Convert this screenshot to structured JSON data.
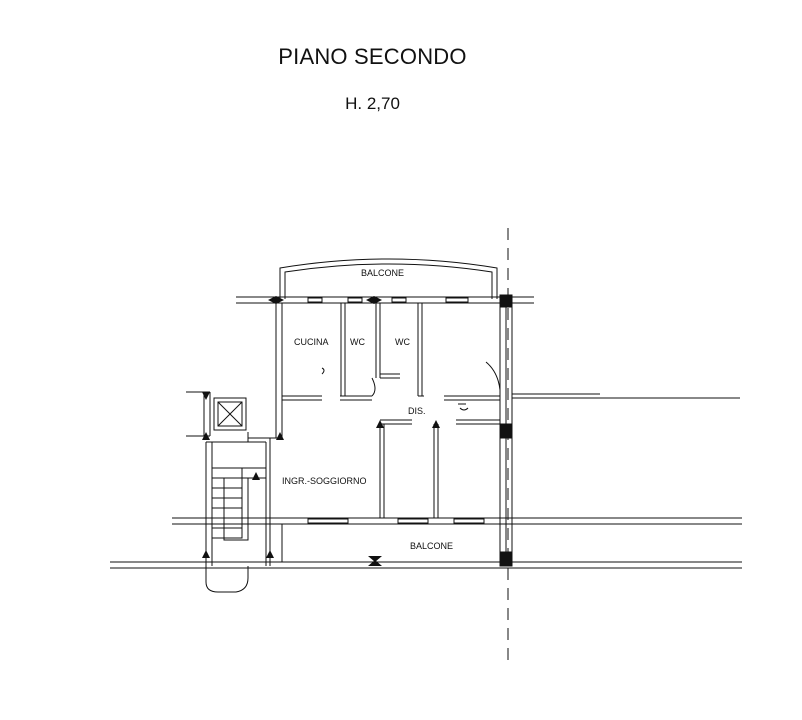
{
  "header": {
    "title": "PIANO SECONDO",
    "height_label": "H. 2,70"
  },
  "rooms": {
    "balcone_top": "BALCONE",
    "cucina": "CUCINA",
    "wc_1": "WC",
    "wc_2": "WC",
    "dis": "DIS.",
    "soggiorno": "INGR.-SOGGIORNO",
    "balcone_bottom": "BALCONE"
  },
  "colors": {
    "ink": "#111111",
    "background": "#ffffff"
  }
}
